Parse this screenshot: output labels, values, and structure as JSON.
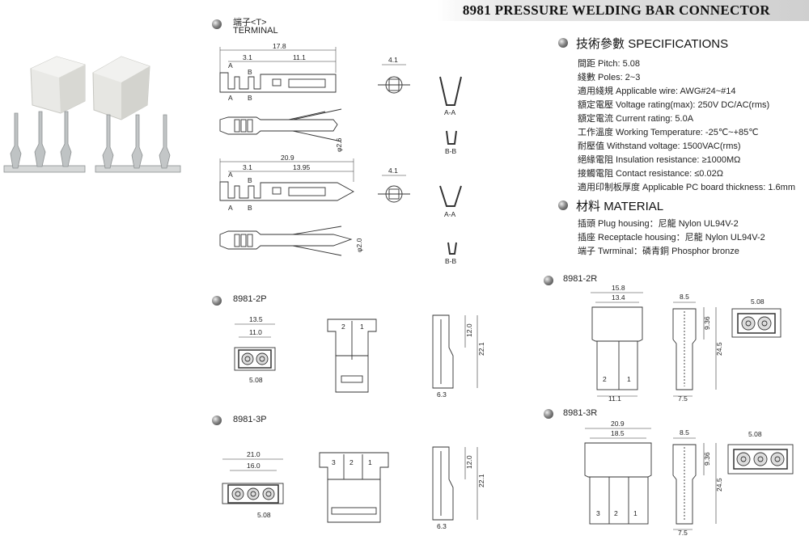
{
  "title": "8981 PRESSURE WELDING BAR CONNECTOR",
  "terminal": {
    "label_cn": "端子<T>",
    "label_en": "TERMINAL"
  },
  "specs": {
    "heading_cn": "技術參數",
    "heading_en": "SPECIFICATIONS",
    "lines": [
      "間距 Pitch:  5.08",
      "綫數 Poles:  2~3",
      "適用綫規 Applicable wire:  AWG#24~#14",
      "額定電壓 Voltage rating(max):  250V DC/AC(rms)",
      "額定電流 Current rating:  5.0A",
      "工作溫度 Working Temperature:  -25℃~+85℃",
      "耐壓值 Withstand voltage:  1500VAC(rms)",
      "絕緣電阻 Insulation resistance:  ≥1000MΩ",
      "接觸電阻 Contact resistance:  ≤0.02Ω",
      "適用印制板厚度 Applicable PC board thickness:  1.6mm"
    ]
  },
  "material": {
    "heading_cn": "材料",
    "heading_en": "MATERIAL",
    "lines": [
      "插頭 Plug housing：尼龍 Nylon  UL94V-2",
      "插座 Receptacle housing：尼龍 Nylon  UL94V-2",
      "端子 Twrminal：磷青銅 Phosphor bronze"
    ]
  },
  "models": {
    "p2": "8981-2P",
    "p3": "8981-3P",
    "r2": "8981-2R",
    "r3": "8981-3R"
  },
  "dims": {
    "t_len1": "17.8",
    "t_a1": "3.1",
    "t_b1": "11.1",
    "t_w1": "4.1",
    "t_d1": "φ2.6",
    "t_len2": "20.9",
    "t_a2": "3.1",
    "t_b2": "13.95",
    "t_w2": "4.1",
    "t_d2": "φ2.0",
    "sec_a": "A",
    "sec_b": "B",
    "sec_aa": "A-A",
    "sec_bb": "B-B",
    "p2_w1": "13.5",
    "p2_w2": "11.0",
    "p2_p": "5.08",
    "p2_h1": "12.0",
    "p2_h2": "22.1",
    "p2_d": "6.3",
    "p3_w1": "21.0",
    "p3_w2": "16.0",
    "p3_p": "5.08",
    "p3_h1": "12.0",
    "p3_h2": "22.1",
    "p3_d": "6.3",
    "r2_w1": "15.8",
    "r2_w2": "13.4",
    "r2_b": "11.1",
    "r2_s": "8.5",
    "r2_h1": "9.36",
    "r2_h2": "24.5",
    "r2_d": "7.5",
    "r2_p": "5.08",
    "r3_w1": "20.9",
    "r3_w2": "18.5",
    "r3_s": "8.5",
    "r3_h1": "9.36",
    "r3_h2": "24.5",
    "r3_d": "7.5",
    "r3_p": "5.08",
    "pin1": "1",
    "pin2": "2",
    "pin3": "3"
  }
}
